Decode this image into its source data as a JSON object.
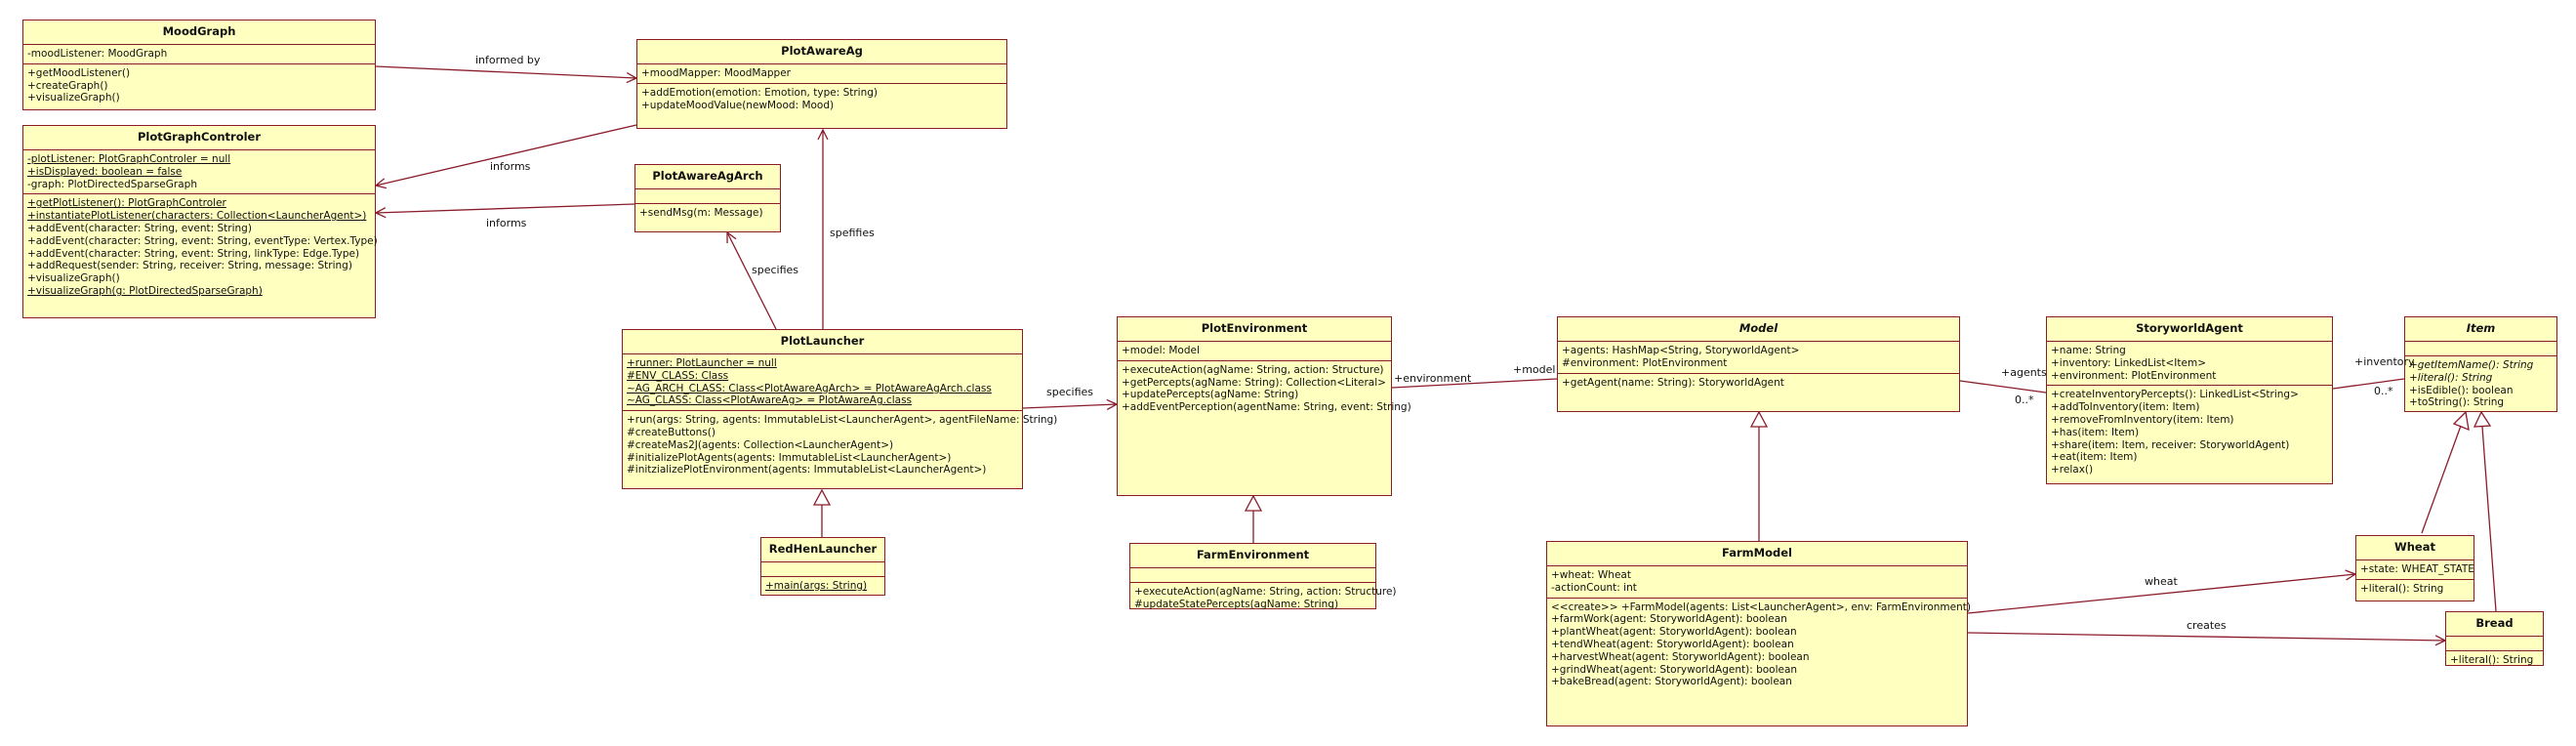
{
  "classes": [
    {
      "id": "moodgraph",
      "name": "MoodGraph",
      "attrs": [
        "-moodListener: MoodGraph"
      ],
      "methods": [
        "+getMoodListener()",
        "+createGraph()",
        "+visualizeGraph()"
      ]
    },
    {
      "id": "plotgraphcontroler",
      "name": "PlotGraphControler",
      "attrs": [
        {
          "t": "-plotListener: PlotGraphControler = null",
          "s": true
        },
        {
          "t": "+isDisplayed: boolean = false",
          "s": true
        },
        "-graph: PlotDirectedSparseGraph"
      ],
      "methods": [
        {
          "t": "+getPlotListener(): PlotGraphControler",
          "s": true
        },
        {
          "t": "+instantiatePlotListener(characters: Collection<LauncherAgent>)",
          "s": true
        },
        "+addEvent(character: String, event: String)",
        "+addEvent(character: String, event: String, eventType: Vertex.Type)",
        "+addEvent(character: String, event: String, linkType: Edge.Type)",
        "+addRequest(sender: String, receiver: String, message: String)",
        "+visualizeGraph()",
        {
          "t": "+visualizeGraph(g: PlotDirectedSparseGraph)",
          "s": true
        }
      ]
    },
    {
      "id": "plotawareag",
      "name": "PlotAwareAg",
      "attrs": [
        "+moodMapper: MoodMapper"
      ],
      "methods": [
        "+addEmotion(emotion: Emotion, type: String)",
        "+updateMoodValue(newMood: Mood)"
      ]
    },
    {
      "id": "plotawareagarch",
      "name": "PlotAwareAgArch",
      "attrs": [],
      "methods": [
        "+sendMsg(m: Message)"
      ]
    },
    {
      "id": "plotlauncher",
      "name": "PlotLauncher",
      "attrs": [
        {
          "t": "+runner: PlotLauncher = null",
          "s": true
        },
        {
          "t": "#ENV_CLASS: Class",
          "s": true
        },
        {
          "t": "~AG_ARCH_CLASS: Class<PlotAwareAgArch> = PlotAwareAgArch.class",
          "s": true
        },
        {
          "t": "~AG_CLASS: Class<PlotAwareAg> = PlotAwareAg.class",
          "s": true
        }
      ],
      "methods": [
        "+run(args: String, agents: ImmutableList<LauncherAgent>, agentFileName: String)",
        "#createButtons()",
        "#createMas2J(agents: Collection<LauncherAgent>)",
        "#initializePlotAgents(agents: ImmutableList<LauncherAgent>)",
        "#initzializePlotEnvironment(agents: ImmutableList<LauncherAgent>)"
      ]
    },
    {
      "id": "redhenlauncher",
      "name": "RedHenLauncher",
      "attrs": [],
      "methods": [
        {
          "t": "+main(args: String)",
          "s": true
        }
      ]
    },
    {
      "id": "plotenvironment",
      "name": "PlotEnvironment",
      "attrs": [
        "+model: Model"
      ],
      "methods": [
        "+executeAction(agName: String, action: Structure)",
        "+getPercepts(agName: String): Collection<Literal>",
        "+updatePercepts(agName: String)",
        "+addEventPerception(agentName: String, event: String)"
      ]
    },
    {
      "id": "farmenvironment",
      "name": "FarmEnvironment",
      "attrs": [],
      "methods": [
        "+executeAction(agName: String, action: Structure)",
        "#updateStatePercepts(agName: String)"
      ]
    },
    {
      "id": "model",
      "name": "Model",
      "abstract": true,
      "attrs": [
        "+agents: HashMap<String, StoryworldAgent>",
        "#environment: PlotEnvironment"
      ],
      "methods": [
        "+getAgent(name: String): StoryworldAgent"
      ]
    },
    {
      "id": "farmmodel",
      "name": "FarmModel",
      "attrs": [
        "+wheat: Wheat",
        "-actionCount: int"
      ],
      "methods": [
        "<<create>> +FarmModel(agents: List<LauncherAgent>, env: FarmEnvironment)",
        "+farmWork(agent: StoryworldAgent): boolean",
        "+plantWheat(agent: StoryworldAgent): boolean",
        "+tendWheat(agent: StoryworldAgent): boolean",
        "+harvestWheat(agent: StoryworldAgent): boolean",
        "+grindWheat(agent: StoryworldAgent): boolean",
        "+bakeBread(agent: StoryworldAgent): boolean"
      ]
    },
    {
      "id": "storyworldagent",
      "name": "StoryworldAgent",
      "attrs": [
        "+name: String",
        "+inventory: LinkedList<Item>",
        "+environment: PlotEnvironment"
      ],
      "methods": [
        "+createInventoryPercepts(): LinkedList<String>",
        "+addToInventory(item: Item)",
        "+removeFromInventory(item: Item)",
        "+has(item: Item)",
        "+share(item: Item, receiver: StoryworldAgent)",
        "+eat(item: Item)",
        "+relax()"
      ]
    },
    {
      "id": "item",
      "name": "Item",
      "abstract": true,
      "attrs": [],
      "methods": [
        {
          "t": "+getItemName(): String",
          "a": true
        },
        {
          "t": "+literal(): String",
          "a": true
        },
        "+isEdible(): boolean",
        "+toString(): String"
      ]
    },
    {
      "id": "wheat",
      "name": "Wheat",
      "attrs": [
        "+state: WHEAT_STATE"
      ],
      "methods": [
        "+literal(): String"
      ]
    },
    {
      "id": "bread",
      "name": "Bread",
      "attrs": [],
      "methods": [
        "+literal(): String"
      ]
    }
  ],
  "labels": {
    "informed_by": "informed by",
    "informs_1": "informs",
    "informs_2": "informs",
    "specifies_1": "specifies",
    "spefifies": "spefifies",
    "specifies_2": "specifies",
    "environment": "+environment",
    "model": "+model",
    "agents": "+agents",
    "agents_mult": "0..*",
    "inventory": "+inventory",
    "inventory_mult": "0..*",
    "wheat": "wheat",
    "creates": "creates"
  },
  "colors": {
    "box_fill": "#ffffc0",
    "line": "#8a1c2a"
  }
}
